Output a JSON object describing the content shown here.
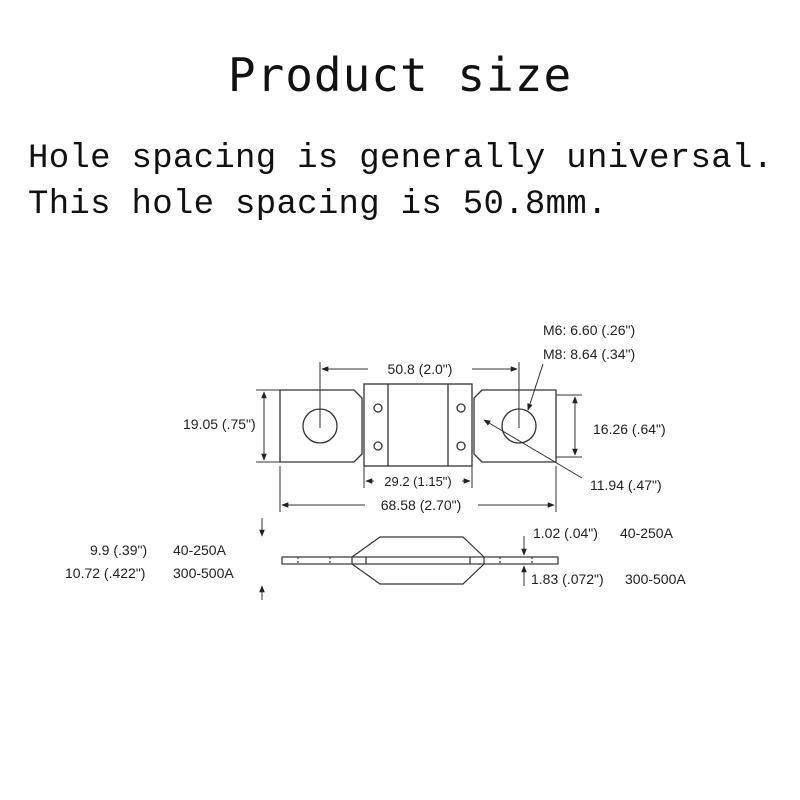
{
  "title": "Product size",
  "description": [
    "Hole spacing is generally universal.",
    "This hole spacing is 50.8mm."
  ],
  "diagram": {
    "hole_spacing": "50.8 (2.0\")",
    "stud_m6": "M6: 6.60 (.26\")",
    "stud_m8": "M8: 8.64 (.34\")",
    "height_left": "19.05 (.75\")",
    "height_right": "16.26 (.64\")",
    "body_width": "29.2 (1.15\")",
    "hole_dia": "11.94 (.47\")",
    "overall_length": "68.58 (2.70\")",
    "thick_a_value": "9.9 (.39\")",
    "thick_a_range": "40-250A",
    "thick_b_value": "10.72 (.422\")",
    "thick_b_range": "300-500A",
    "plate_a_value": "1.02 (.04\")",
    "plate_a_range": "40-250A",
    "plate_b_value": "1.83 (.072\")",
    "plate_b_range": "300-500A"
  }
}
